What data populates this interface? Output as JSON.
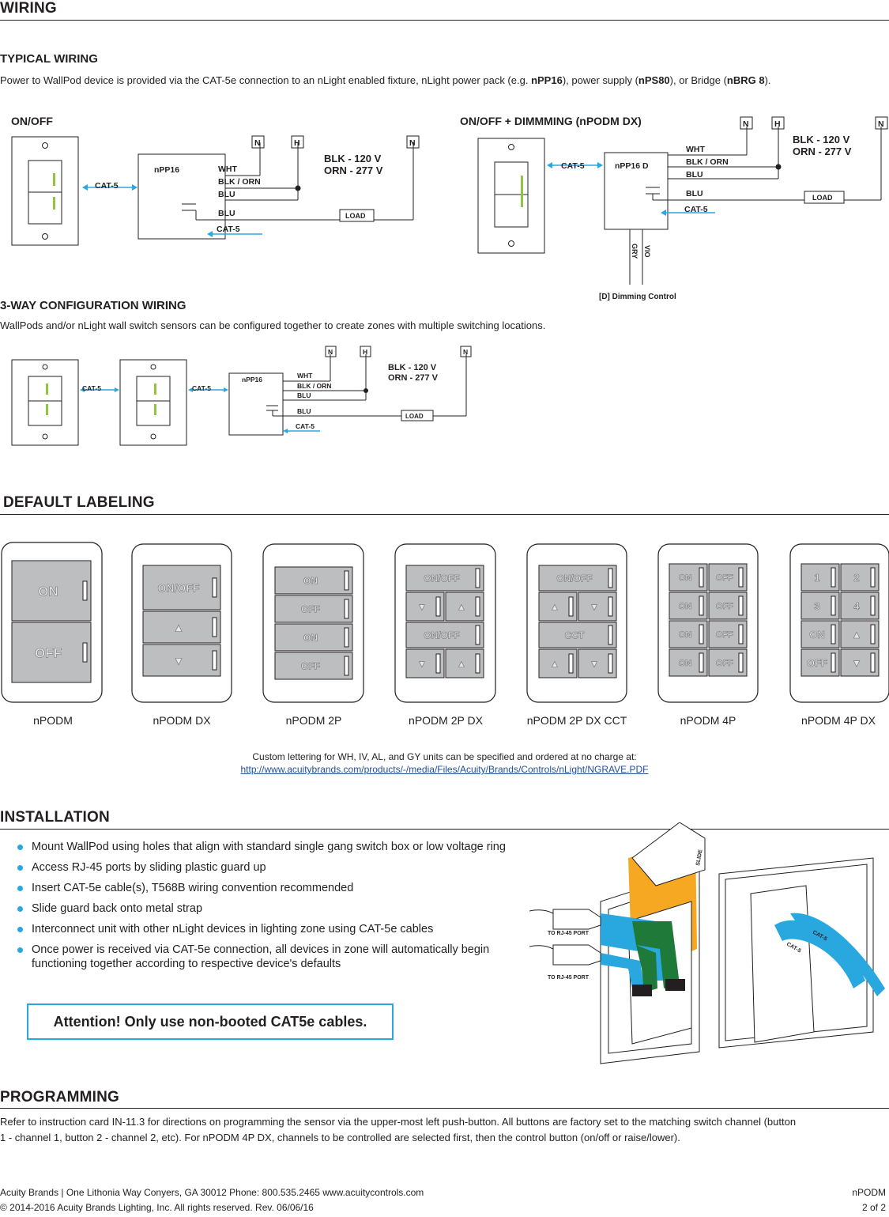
{
  "sections": {
    "wiring": "WIRING",
    "default_labeling": "DEFAULT LABELING",
    "installation": "INSTALLATION",
    "programming": "PROGRAMMING"
  },
  "typical_wiring": {
    "title": "TYPICAL WIRING",
    "text_pre": "Power to WallPod device is provided via the CAT-5e connection to an nLight enabled fixture, nLight power pack (e.g. ",
    "b1": "nPP16",
    "text_mid1": "), power supply (",
    "b2": "nPS80",
    "text_mid2": "), or Bridge (",
    "b3": "nBRG 8",
    "text_end": ")."
  },
  "diagram_onoff": {
    "title": "ON/OFF",
    "cat5_left": "CAT-5",
    "pack": "nPP16",
    "wht": "WHT",
    "blk_orn": "BLK / ORN",
    "blu1": "BLU",
    "blu2": "BLU",
    "cat5_bottom": "CAT-5",
    "n1": "N",
    "h": "H",
    "n2": "N",
    "volt1": "BLK - 120 V",
    "volt2": "ORN - 277 V",
    "load": "LOAD"
  },
  "diagram_dim": {
    "title": "ON/OFF + DIMMMING (nPODM DX)",
    "cat5_left": "CAT-5",
    "pack": "nPP16 D",
    "wht": "WHT",
    "blk_orn": "BLK / ORN",
    "blu1": "BLU",
    "blu2": "BLU",
    "cat5_bottom": "CAT-5",
    "n1": "N",
    "h": "H",
    "n2": "N",
    "volt1": "BLK - 120 V",
    "volt2": "ORN - 277 V",
    "load": "LOAD",
    "gry": "GRY",
    "vio": "VIO",
    "dim_control": "[D] Dimming Control"
  },
  "three_way": {
    "title": "3-WAY CONFIGURATION WIRING",
    "text": "WallPods and/or nLight wall switch sensors can be configured together to create zones with multiple switching locations.",
    "cat5_a": "CAT-5",
    "cat5_b": "CAT-5",
    "pack": "nPP16",
    "wht": "WHT",
    "blk_orn": "BLK / ORN",
    "blu1": "BLU",
    "blu2": "BLU",
    "cat5_bottom": "CAT-5",
    "n1": "N",
    "h": "H",
    "n2": "N",
    "volt1": "BLK - 120 V",
    "volt2": "ORN - 277 V",
    "load": "LOAD"
  },
  "labeling": {
    "devices": [
      {
        "name": "nPODM",
        "buttons": [
          "ON",
          "OFF"
        ]
      },
      {
        "name": "nPODM DX",
        "buttons": [
          "ON/OFF",
          "▲",
          "▼"
        ]
      },
      {
        "name": "nPODM 2P",
        "buttons": [
          "ON",
          "OFF",
          "ON",
          "OFF"
        ]
      },
      {
        "name": "nPODM 2P DX",
        "buttons": [
          "ON/OFF",
          "▼",
          "▲",
          "ON/OFF",
          "▼",
          "▲"
        ]
      },
      {
        "name": "nPODM 2P DX CCT",
        "buttons": [
          "ON/OFF",
          "▲",
          "▼",
          "CCT",
          "▲",
          "▼"
        ]
      },
      {
        "name": "nPODM 4P",
        "buttons": [
          "ON",
          "OFF",
          "ON",
          "OFF",
          "ON",
          "OFF",
          "ON",
          "OFF"
        ]
      },
      {
        "name": "nPODM 4P DX",
        "buttons": [
          "1",
          "2",
          "3",
          "4",
          "ON",
          "▲",
          "OFF",
          "▼"
        ]
      }
    ],
    "custom_text": "Custom lettering for WH, IV, AL, and GY units can be specified and ordered at no charge at:",
    "custom_url": "http://www.acuitybrands.com/products/-/media/Files/Acuity/Brands/Controls/nLight/NGRAVE.PDF"
  },
  "installation": {
    "bullets": [
      "Mount WallPod using holes that align with standard single gang switch box or low voltage ring",
      "Access RJ-45 ports by sliding plastic guard up",
      "Insert CAT-5e cable(s), T568B wiring convention recommended",
      "Slide guard back onto metal strap",
      "Interconnect unit with other nLight devices in lighting zone using CAT-5e cables",
      "Once power is received via CAT-5e connection, all devices in zone will automatically begin functioning together according to respective device's defaults"
    ],
    "attention": "Attention! Only use non-booted CAT5e cables.",
    "port1": "TO RJ-45 PORT",
    "port2": "TO RJ-45 PORT",
    "slide": "SLIDE",
    "cat5_a": "CAT-5",
    "cat5_b": "CAT-5"
  },
  "programming": {
    "line1": "Refer to instruction card IN-11.3 for directions on programming the sensor via the upper-most left push-button. All buttons are factory set to the matching switch channel (button",
    "line2": "1 - channel 1, button 2 - channel 2, etc). For nPODM 4P DX, channels to be controlled are selected first, then the control button (on/off or raise/lower)."
  },
  "footer": {
    "line1": "Acuity Brands | One Lithonia Way  Conyers, GA  30012   Phone: 800.535.2465    www.acuitycontrols.com",
    "line2": "© 2014-2016 Acuity Brands Lighting, Inc.  All rights reserved.   Rev. 06/06/16",
    "product": "nPODM",
    "page": "2 of 2"
  },
  "colors": {
    "accent_blue": "#29a8e0",
    "led_green": "#8dc63f",
    "install_orange": "#f7a823",
    "install_green": "#1f7a3a",
    "text": "#231f20"
  }
}
